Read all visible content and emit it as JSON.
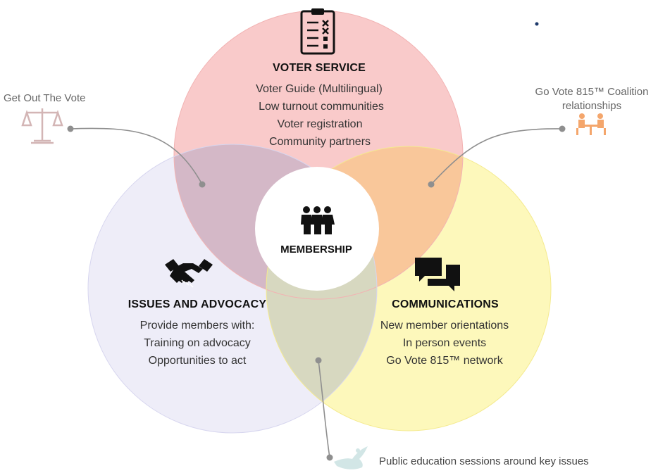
{
  "voter_service": {
    "title": "VOTER SERVICE",
    "items": [
      "Voter Guide (Multilingual)",
      "Low turnout communities",
      "Voter registration",
      "Community partners"
    ],
    "icon": "clipboard-checklist-icon",
    "color": "#f8c9c9"
  },
  "issues_advocacy": {
    "title": "ISSUES AND ADVOCACY",
    "items": [
      "Provide members with:",
      "Training on advocacy",
      "Opportunities to act"
    ],
    "icon": "handshake-icon",
    "color": "#ecebf8"
  },
  "communications": {
    "title": "COMMUNICATIONS",
    "items": [
      "New member orientations",
      "In person events",
      "Go Vote 815™ network"
    ],
    "icon": "chat-bubbles-icon",
    "color": "#fdf7b8"
  },
  "membership": {
    "title": "MEMBERSHIP",
    "icon": "people-group-icon"
  },
  "callouts": {
    "get_out_vote": {
      "label": "Get Out The Vote",
      "icon": "scales-icon",
      "color": "#d9b8b8"
    },
    "coalition": {
      "line1": "Go Vote 815™ Coalition",
      "line2": "relationships",
      "icon": "meeting-table-icon",
      "color": "#f3a46a"
    },
    "public_education": {
      "label": "Public education sessions around key issues",
      "icon": "dove-icon",
      "color": "#cfe3e3"
    }
  }
}
